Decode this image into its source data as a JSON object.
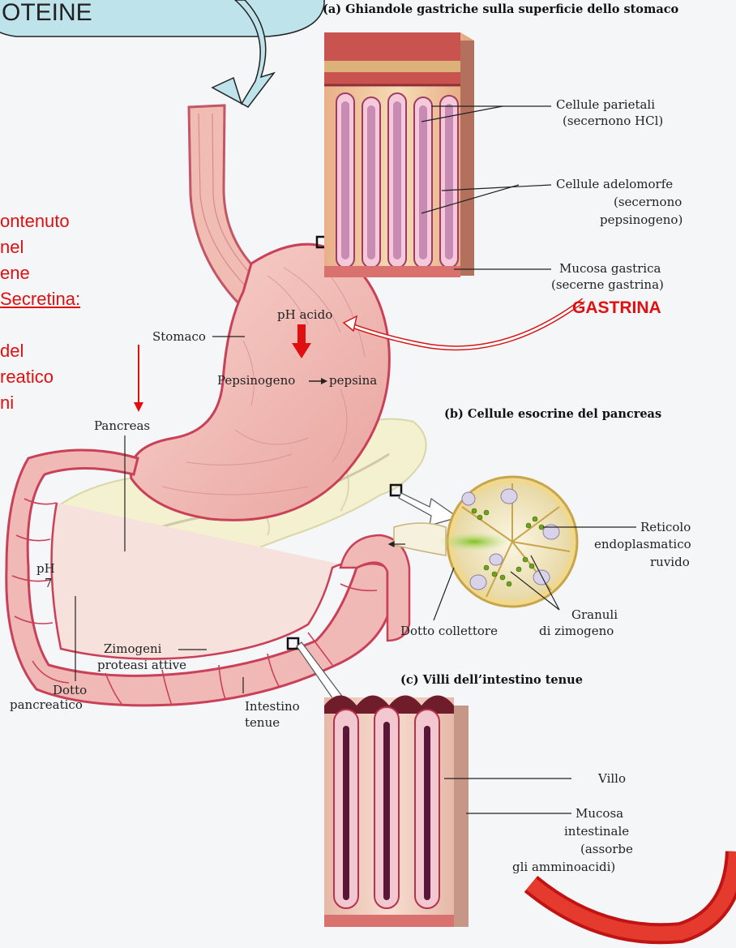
{
  "callout": {
    "text": "OTEINE"
  },
  "side_text": {
    "lines": [
      "ontenuto",
      " nel",
      "ene",
      "Secretina:",
      "",
      "del",
      "reatico",
      "ni"
    ]
  },
  "panel_a": {
    "heading": "(a)  Ghiandole gastriche sulla superficie dello stomaco",
    "labels": {
      "parietali_1": "Cellule parietali",
      "parietali_2": "(secernono HCl)",
      "adelomorfe_1": "Cellule adelomorfe",
      "adelomorfe_2": "(secernono",
      "adelomorfe_3": "pepsinogeno)",
      "mucosa_1": "Mucosa gastrica",
      "mucosa_2": "(secerne gastrina)"
    },
    "gastrina": "GASTRINA"
  },
  "stomach": {
    "ph_acido": "pH acido",
    "stomaco": "Stomaco",
    "pepsinogeno": "Pepsinogeno",
    "pepsina": "pepsina",
    "pancreas": "Pancreas",
    "ph7_1": "pH",
    "ph7_2": "7",
    "zimogeni": "Zimogeni",
    "proteasi": "proteasi attive",
    "dotto_1": "Dotto",
    "dotto_2": "pancreatico",
    "intestino_1": "Intestino",
    "intestino_2": "tenue"
  },
  "panel_b": {
    "heading": "(b)  Cellule esocrine del pancreas",
    "reticolo_1": "Reticolo",
    "reticolo_2": "endoplasmatico",
    "reticolo_3": "ruvido",
    "granuli_1": "Granuli",
    "granuli_2": "di zimogeno",
    "dotto_collettore": "Dotto collettore"
  },
  "panel_c": {
    "heading": "(c)  Villi dell’intestino tenue",
    "villo": "Villo",
    "mucosa_1": "Mucosa",
    "mucosa_2": "intestinale",
    "mucosa_3": "(assorbe",
    "mucosa_4": "gli amminoacidi)"
  },
  "colors": {
    "callout_fill": "#bfe3ea",
    "red_text": "#e01010",
    "tissue_pink": "#f2b5b0",
    "tissue_dark": "#c9455a",
    "pancreas_fill": "#f3f1cf",
    "background": "#f5f6f8"
  }
}
